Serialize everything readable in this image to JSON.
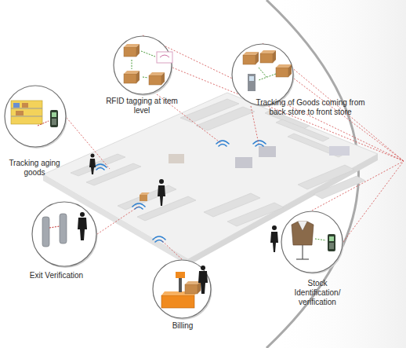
{
  "diagram": {
    "nodes": [
      {
        "text": [
          "RFID tagging at item level"
        ]
      },
      {
        "text": [
          "Tracking of Goods coming from back store to front store"
        ]
      },
      {
        "text": [
          "Tracking aging goods"
        ]
      },
      {
        "text": [
          "Exit Verification"
        ]
      },
      {
        "text": [
          "Stock Identification/ verification"
        ]
      },
      {
        "text": [
          "Billing"
        ]
      }
    ]
  }
}
